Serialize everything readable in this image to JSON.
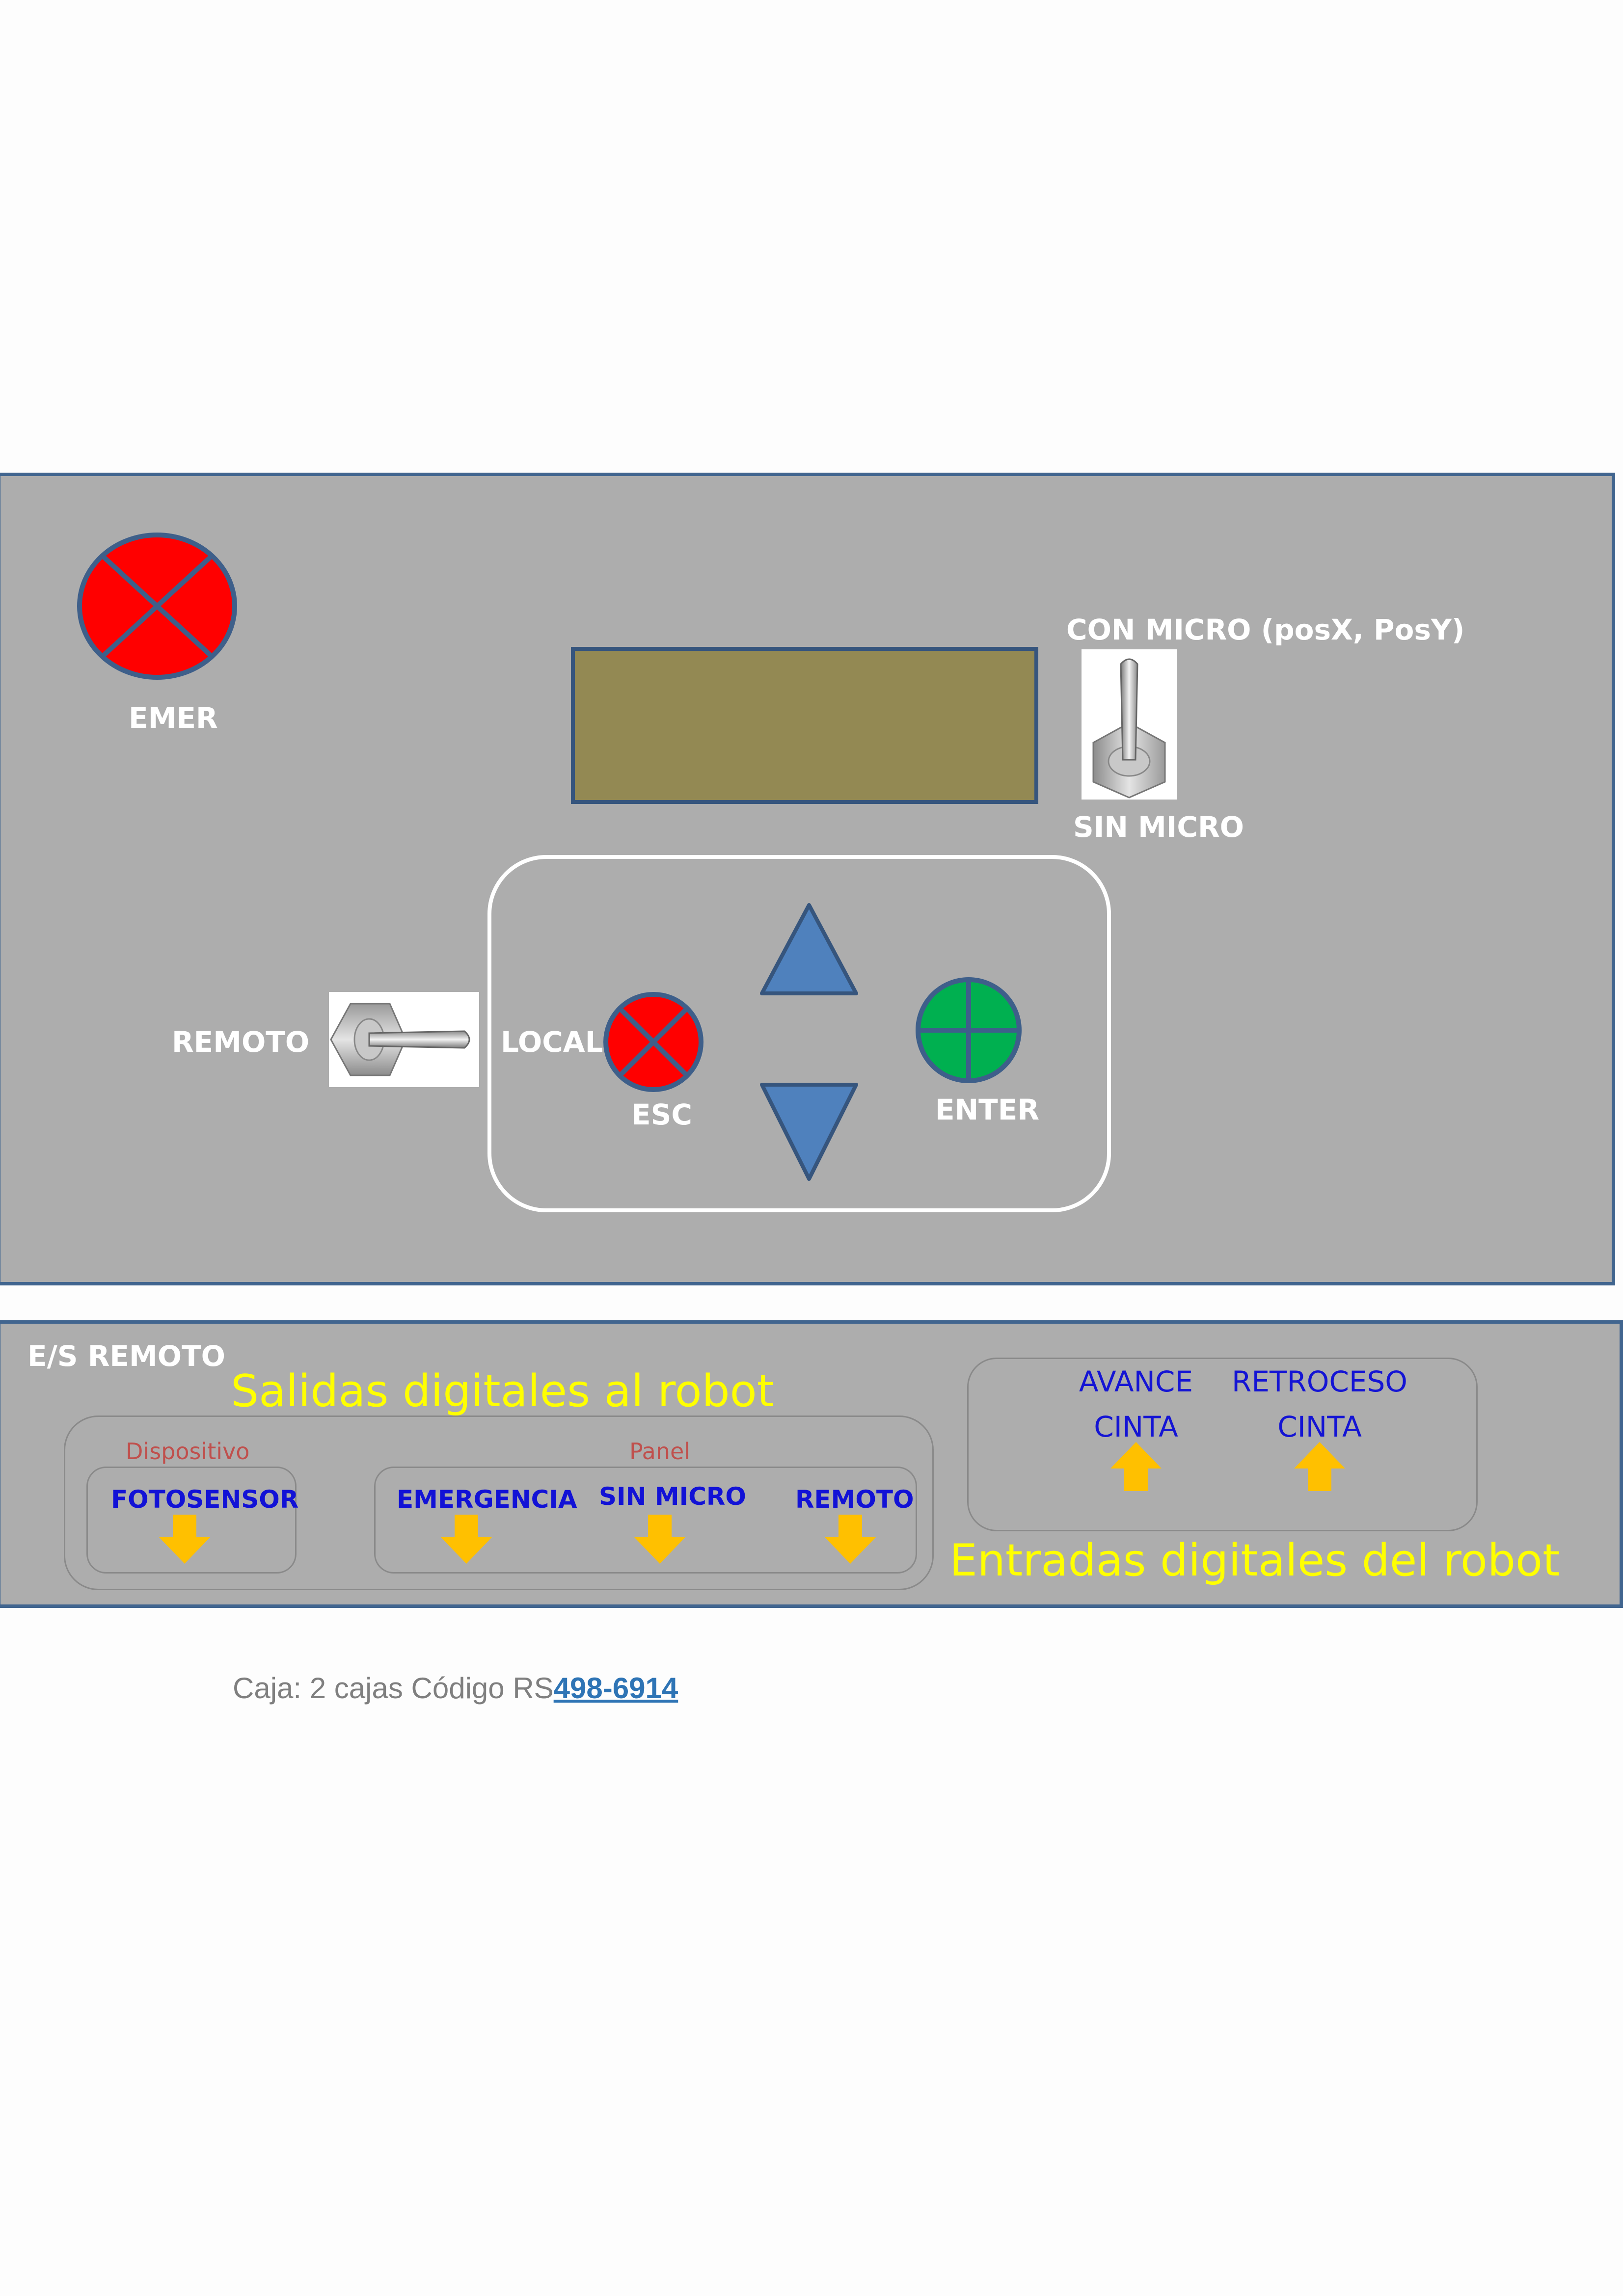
{
  "control_panel": {
    "emergency_label": "EMER",
    "micro_on_label": "CON MICRO (posX, PosY)",
    "micro_off_label": "SIN MICRO",
    "remote_label": "REMOTO",
    "local_label": "LOCAL",
    "esc_label": "ESC",
    "enter_label": "ENTER"
  },
  "io_panel": {
    "title": "E/S  REMOTO",
    "outputs_heading": "Salidas digitales al robot",
    "inputs_heading": "Entradas digitales del robot",
    "device_group_label": "Dispositivo",
    "panel_group_label": "Panel",
    "outputs": [
      {
        "label": "FOTOSENSOR"
      },
      {
        "label": "EMERGENCIA"
      },
      {
        "label": "SIN MICRO"
      },
      {
        "label": "REMOTO"
      }
    ],
    "inputs": [
      {
        "line1": "AVANCE",
        "line2": "CINTA"
      },
      {
        "line1": "RETROCESO",
        "line2": "CINTA"
      }
    ]
  },
  "footer": {
    "caption": "Caja: 2 cajas  Código RS",
    "code": "498-6914"
  },
  "colors": {
    "panel_gray": "#adadad",
    "panel_border": "#41658f",
    "emergency_red": "#ff0000",
    "enter_green": "#00b050",
    "arrow_blue": "#4f81bd",
    "arrow_orange": "#ffc000",
    "lcd_olive": "#938953"
  }
}
